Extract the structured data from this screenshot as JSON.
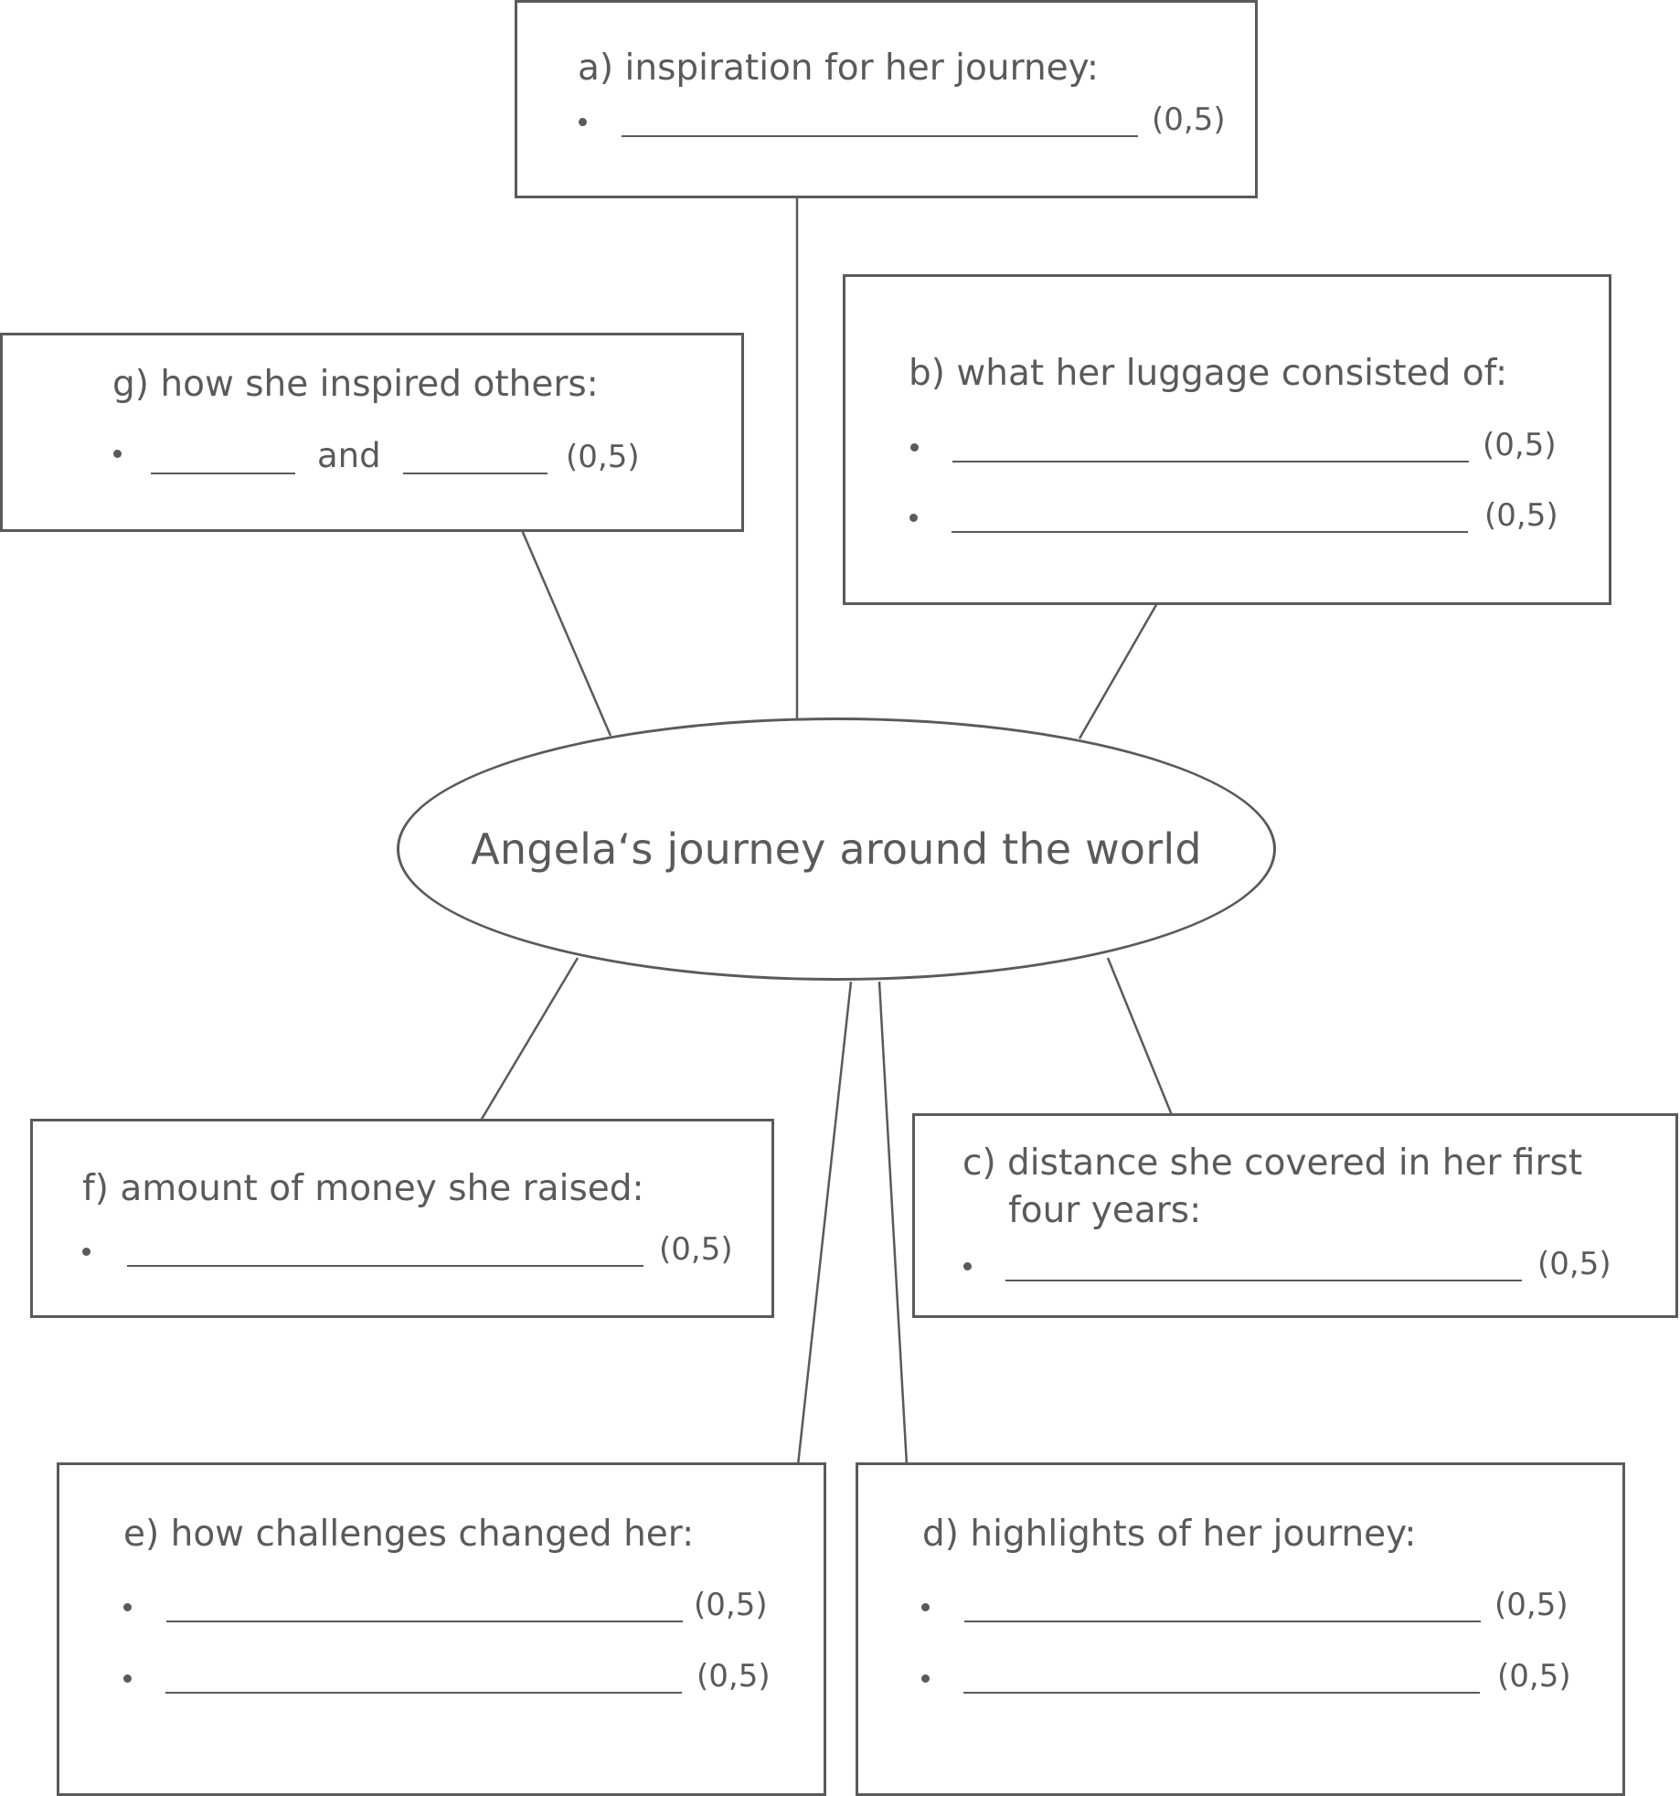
{
  "center": {
    "title": "Angela‘s journey around the world"
  },
  "boxes": {
    "a": {
      "heading": "a) inspiration for her journey:",
      "items": [
        {
          "points": "(0,5)"
        }
      ]
    },
    "b": {
      "heading": "b) what her luggage consisted of:",
      "items": [
        {
          "points": "(0,5)"
        },
        {
          "points": "(0,5)"
        }
      ]
    },
    "c": {
      "heading": "c) distance she covered in her first four years:",
      "items": [
        {
          "points": "(0,5)"
        }
      ]
    },
    "d": {
      "heading": "d) highlights of her journey:",
      "items": [
        {
          "points": "(0,5)"
        },
        {
          "points": "(0,5)"
        }
      ]
    },
    "e": {
      "heading": "e) how challenges changed her:",
      "items": [
        {
          "points": "(0,5)"
        },
        {
          "points": "(0,5)"
        }
      ]
    },
    "f": {
      "heading": "f) amount of money she raised:",
      "items": [
        {
          "points": "(0,5)"
        }
      ]
    },
    "g": {
      "heading": "g) how she inspired others:",
      "items": [
        {
          "joiner": "and",
          "points": "(0,5)"
        }
      ]
    }
  },
  "colors": {
    "ink": "#5a5a5a",
    "background": "#ffffff"
  }
}
